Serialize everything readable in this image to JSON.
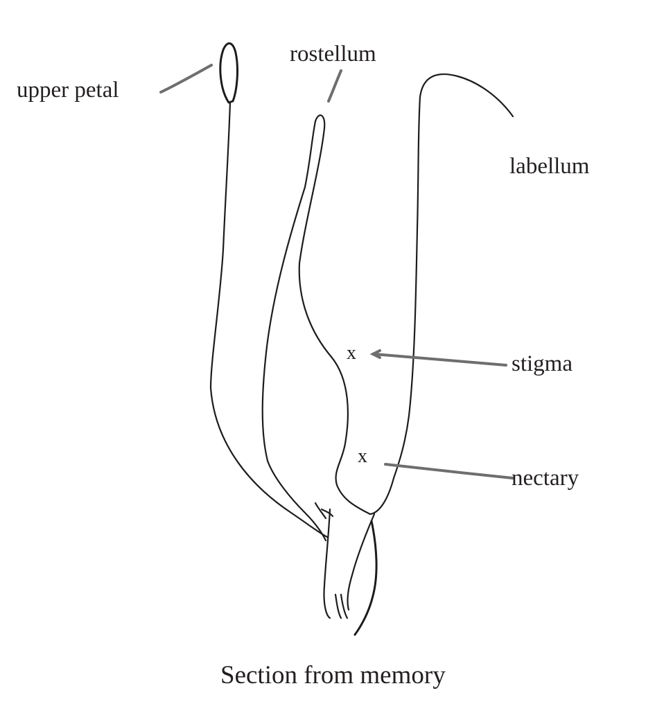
{
  "labels": {
    "upper_petal": "upper petal",
    "rostellum": "rostellum",
    "labellum": "labellum",
    "stigma": "stigma",
    "nectary": "nectary"
  },
  "markers": {
    "stigma_mark": "x",
    "nectary_mark": "x"
  },
  "caption": "Section from memory",
  "colors": {
    "ink": "#1c1c1c",
    "pointer": "#6e6e6e",
    "background": "#ffffff"
  }
}
